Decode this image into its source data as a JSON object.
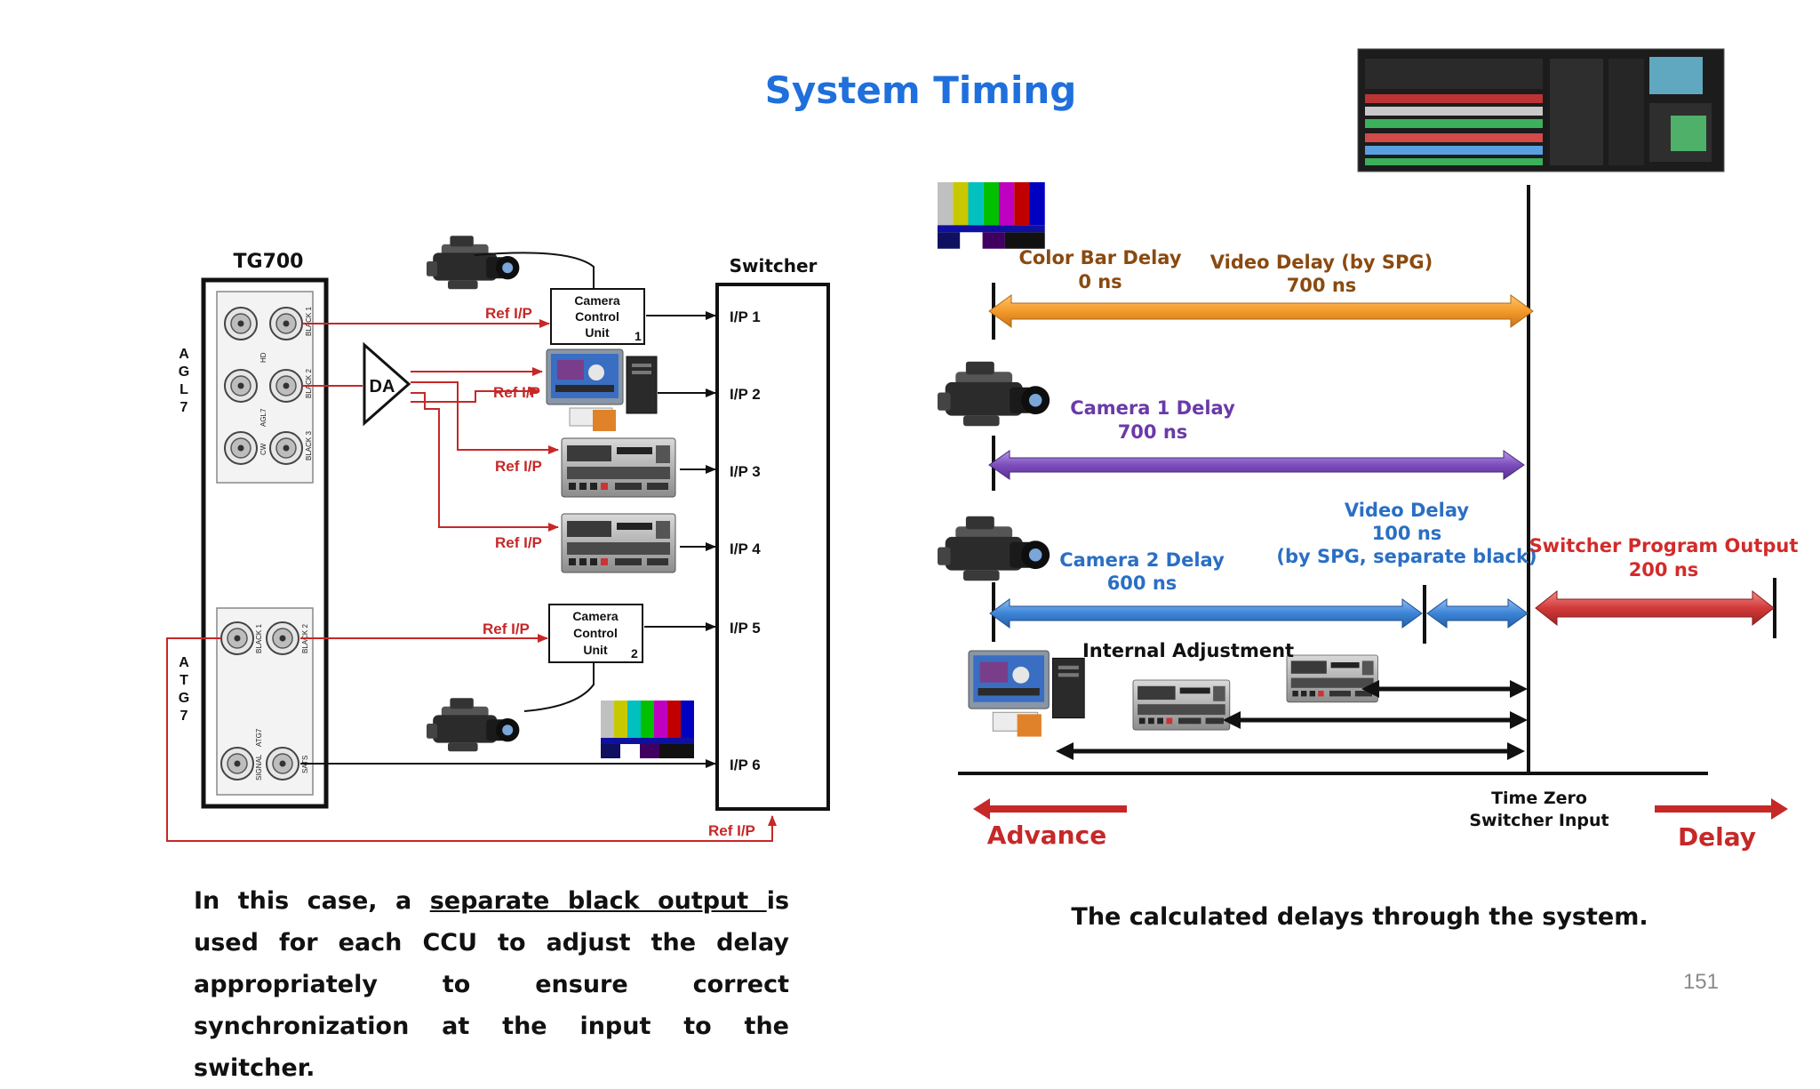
{
  "title": "System Timing",
  "colors": {
    "title": "#1f6fdc",
    "ref": "#c62828",
    "orange": "#f39a2a",
    "purple": "#7c4dbd",
    "blue": "#3d84d6",
    "red": "#d23a3a",
    "brown": "#8a4a10"
  },
  "left_diagram": {
    "tg700_label": "TG700",
    "agl7_letters": [
      "A",
      "G",
      "L",
      "7"
    ],
    "atg7_letters": [
      "A",
      "T",
      "G",
      "7"
    ],
    "da_label": "DA",
    "switcher_label": "Switcher",
    "ccu1": {
      "line1": "Camera",
      "line2": "Control",
      "line3": "Unit",
      "num": "1"
    },
    "ccu2": {
      "line1": "Camera",
      "line2": "Control",
      "line3": "Unit",
      "num": "2"
    },
    "ref_ip": "Ref I/P",
    "inputs": [
      "I/P 1",
      "I/P 2",
      "I/P 3",
      "I/P 4",
      "I/P 5",
      "I/P 6"
    ],
    "port_labels": {
      "black1": "BLACK 1",
      "hd": "HD",
      "black2": "BLACK 2",
      "agl7": "AGL7",
      "cw": "CW",
      "black3": "BLACK 3",
      "atg_black1": "BLACK 1",
      "atg_black2": "BLACK 2",
      "atg7": "ATG7",
      "signal": "SIGNAL",
      "sats": "SATS"
    }
  },
  "timing": {
    "color_bar": {
      "name": "Color Bar Delay",
      "value": "0 ns"
    },
    "video_spg": {
      "name": "Video Delay (by SPG)",
      "value": "700 ns"
    },
    "camera1": {
      "name": "Camera 1 Delay",
      "value": "700 ns"
    },
    "camera2": {
      "name": "Camera 2 Delay",
      "value": "600 ns"
    },
    "video_black": {
      "line1": "Video Delay",
      "line2": "100 ns",
      "line3": "(by SPG, separate black)"
    },
    "switcher_output": {
      "name": "Switcher Program Output",
      "value": "200 ns"
    },
    "internal_adjustment": "Internal Adjustment",
    "time_zero": {
      "line1": "Time Zero",
      "line2": "Switcher Input"
    },
    "advance": "Advance",
    "delay": "Delay"
  },
  "captions": {
    "left_pre": "In this case, a ",
    "left_link": "separate black output ",
    "left_post": "is used for each CCU to adjust the delay appropriately to ensure correct synchronization at the input to the switcher.",
    "right": "The calculated delays through the system."
  },
  "page_number": "151"
}
